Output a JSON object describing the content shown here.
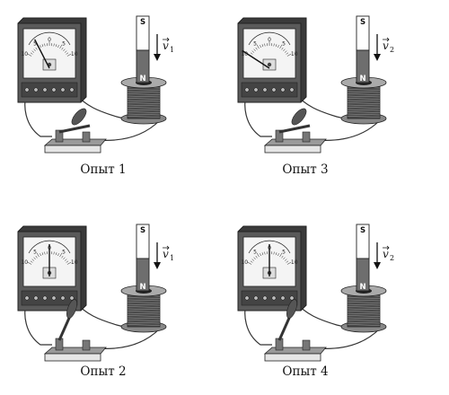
{
  "colors": {
    "meter_body": "#5a5a5a",
    "meter_dark": "#3a3a3a",
    "dial_face": "#f4f4f4",
    "magnet_red": "#6e6e6e",
    "magnet_white": "#ffffff",
    "coil": "#4a4a4a",
    "wire": "#333333"
  },
  "meter_scale": {
    "ticks": [
      "10",
      "5",
      "0",
      "5",
      "10"
    ]
  },
  "magnet_poles": {
    "north": "N",
    "south": "S"
  },
  "velocity_symbol": "v",
  "experiments": [
    {
      "caption": "Опыт 1",
      "needle_deflection": -0.45,
      "switch_closed": true,
      "velocity_subscript": "1",
      "north_down": true
    },
    {
      "caption": "Опыт 3",
      "needle_deflection": -0.95,
      "switch_closed": true,
      "velocity_subscript": "2",
      "north_down": true
    },
    {
      "caption": "Опыт 2",
      "needle_deflection": 0.0,
      "switch_closed": false,
      "velocity_subscript": "1",
      "north_down": true
    },
    {
      "caption": "Опыт 4",
      "needle_deflection": 0.0,
      "switch_closed": false,
      "velocity_subscript": "2",
      "north_down": true
    }
  ]
}
